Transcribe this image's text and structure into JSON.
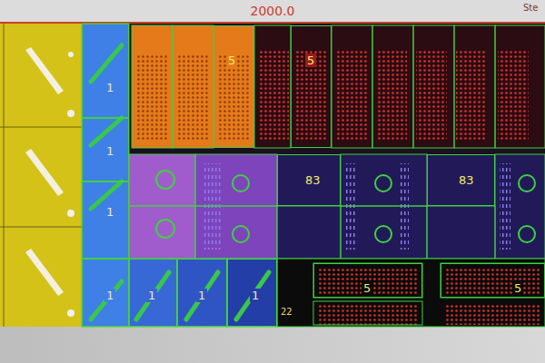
{
  "diagram": {
    "nodes": [
      {
        "text": [
          "1"
        ]
      },
      {
        "text": [
          "1"
        ]
      },
      {
        "text": [
          "1"
        ]
      },
      {
        "text": [
          "1"
        ]
      },
      {
        "text": [
          "1"
        ]
      },
      {
        "text": [
          "1"
        ]
      },
      {
        "text": [
          "1"
        ]
      },
      {
        "text": [
          "5"
        ]
      },
      {
        "text": [
          "5"
        ]
      },
      {
        "text": [
          "83"
        ]
      },
      {
        "text": [
          "83"
        ]
      },
      {
        "text": [
          "5"
        ]
      },
      {
        "text": [
          "5"
        ]
      }
    ],
    "labels": [
      "2000.0",
      "Ste",
      "22"
    ]
  }
}
